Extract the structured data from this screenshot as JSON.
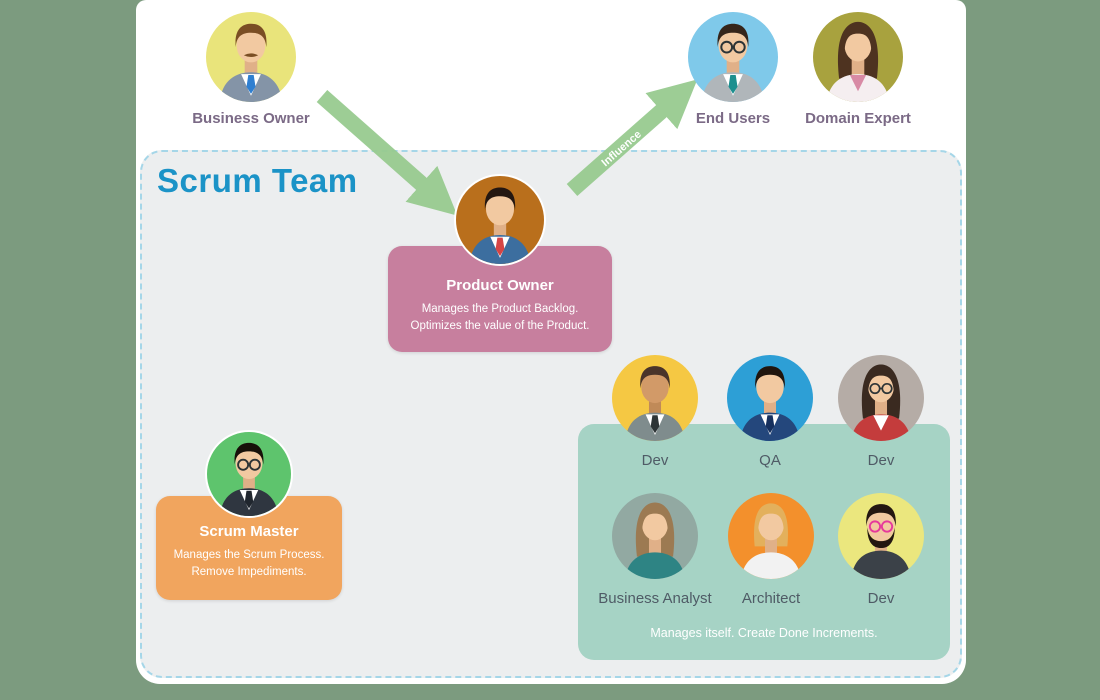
{
  "title": "Scrum Team",
  "external": {
    "business_owner": {
      "label": "Business Owner",
      "avatar_bg": "#e9e47b"
    },
    "end_users": {
      "label": "End Users",
      "avatar_bg": "#7fc9ea"
    },
    "domain_expert": {
      "label": "Domain Expert",
      "avatar_bg": "#a8a23e"
    }
  },
  "influence_label": "Influence",
  "product_owner": {
    "title": "Product Owner",
    "desc_line1": "Manages the Product Backlog.",
    "desc_line2": "Optimizes the value of the Product.",
    "avatar_bg": "#b96f1c",
    "box_color": "#c77f9e"
  },
  "scrum_master": {
    "title": "Scrum Master",
    "desc_line1": "Manages the Scrum Process.",
    "desc_line2": "Remove Impediments.",
    "avatar_bg": "#5ec46d",
    "box_color": "#f1a55e"
  },
  "dev_team": {
    "members": [
      {
        "label": "Dev",
        "avatar_bg": "#f5c843"
      },
      {
        "label": "QA",
        "avatar_bg": "#2d9fd6"
      },
      {
        "label": "Dev",
        "avatar_bg": "#b5aca6"
      },
      {
        "label": "Business Analyst",
        "avatar_bg": "#92a9a2"
      },
      {
        "label": "Architect",
        "avatar_bg": "#f3902c"
      },
      {
        "label": "Dev",
        "avatar_bg": "#ebe77e"
      }
    ],
    "footer": "Manages itself.  Create Done Increments.",
    "box_color": "#a6d3c5"
  },
  "colors": {
    "background": "#7c9b7f",
    "canvas": "#ffffff",
    "scrum_box_fill": "#eceeef",
    "scrum_box_border": "#a5d6e8",
    "title": "#1b93c7",
    "arrow": "#98cb90",
    "external_label": "#7b6a86",
    "dev_label": "#4f5b66"
  }
}
